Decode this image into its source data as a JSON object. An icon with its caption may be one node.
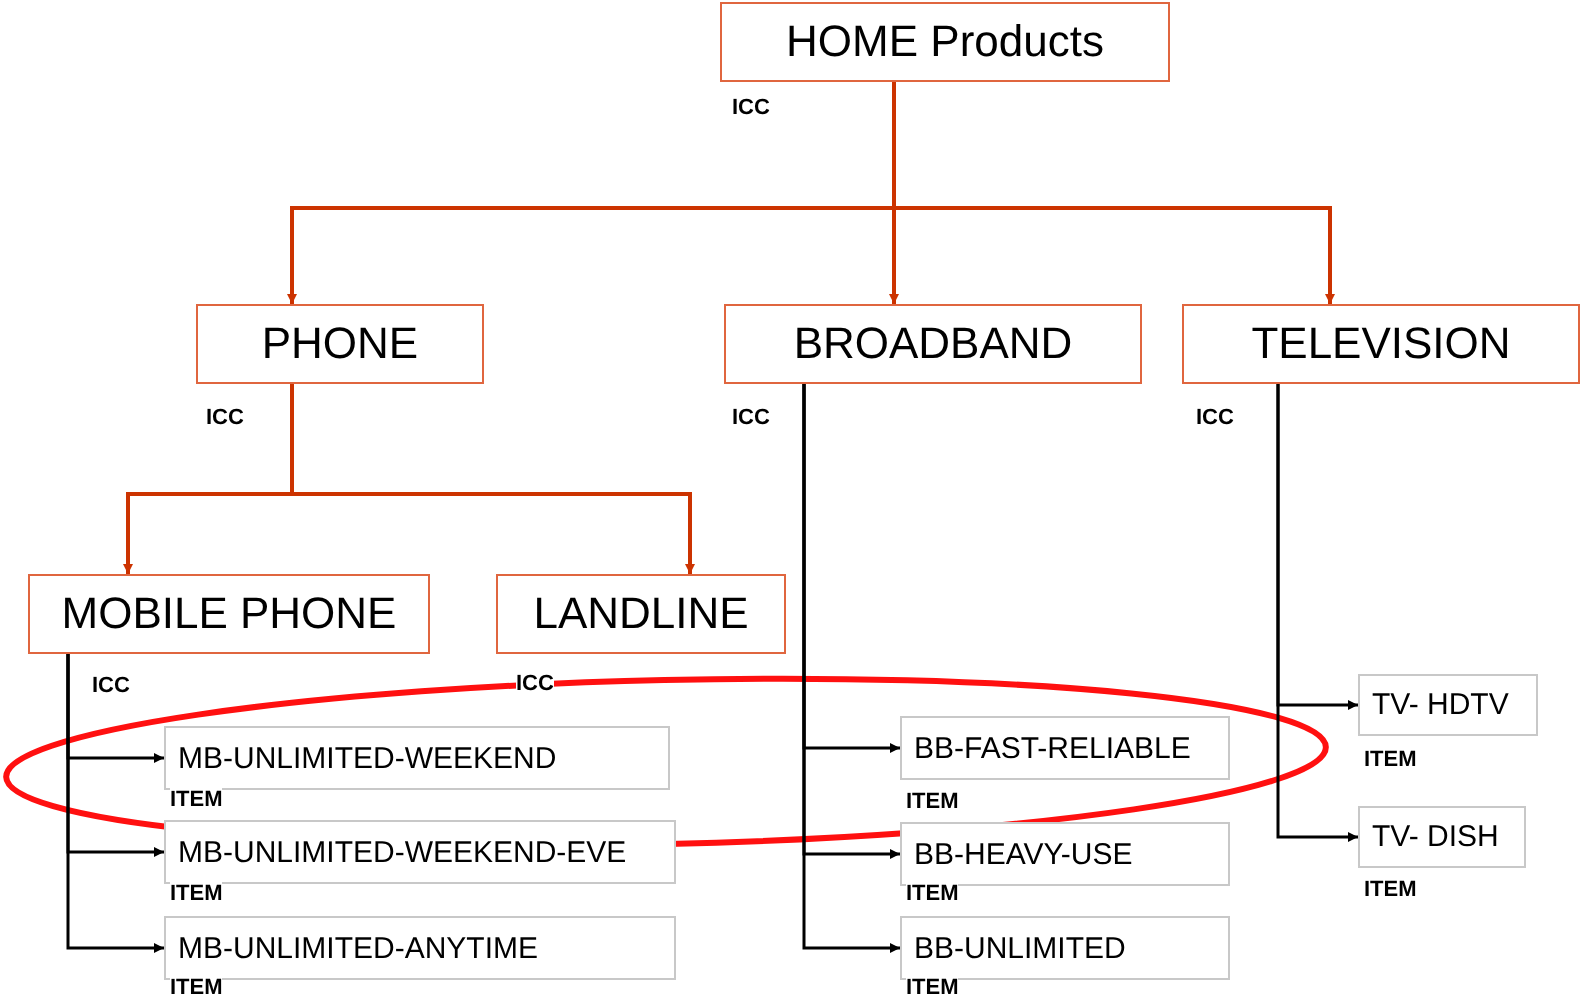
{
  "diagram": {
    "nodes": [
      {
        "text": [
          "HOME Products"
        ],
        "beside": [
          "ICC"
        ]
      },
      {
        "text": [
          "PHONE"
        ],
        "beside": [
          "ICC"
        ]
      },
      {
        "text": [
          "BROADBAND"
        ],
        "beside": [
          "ICC"
        ]
      },
      {
        "text": [
          "TELEVISION"
        ],
        "beside": [
          "ICC"
        ]
      },
      {
        "text": [
          "MOBILE PHONE"
        ],
        "beside": [
          "ICC"
        ]
      },
      {
        "text": [
          "LANDLINE"
        ],
        "beside": [
          "ICC"
        ]
      },
      {
        "text": [
          "MB-UNLIMITED-WEEKEND"
        ],
        "beside": [
          "ITEM"
        ]
      },
      {
        "text": [
          "MB-UNLIMITED-WEEKEND-EVE"
        ],
        "beside": [
          "ITEM"
        ]
      },
      {
        "text": [
          "MB-UNLIMITED-ANYTIME"
        ],
        "beside": [
          "ITEM"
        ]
      },
      {
        "text": [
          "BB-FAST-RELIABLE"
        ],
        "beside": [
          "ITEM"
        ]
      },
      {
        "text": [
          "BB-HEAVY-USE"
        ],
        "beside": [
          "ITEM"
        ]
      },
      {
        "text": [
          "BB-UNLIMITED"
        ],
        "beside": [
          "ITEM"
        ]
      },
      {
        "text": [
          "TV- HDTV"
        ],
        "beside": [
          "ITEM"
        ]
      },
      {
        "text": [
          "TV- DISH"
        ],
        "beside": [
          "ITEM"
        ]
      }
    ],
    "edges": [
      {
        "from": 0,
        "to": 1,
        "arrow": "to",
        "color": "#cc3300"
      },
      {
        "from": 0,
        "to": 2,
        "arrow": "to",
        "color": "#cc3300"
      },
      {
        "from": 0,
        "to": 3,
        "arrow": "to",
        "color": "#cc3300"
      },
      {
        "from": 1,
        "to": 4,
        "arrow": "to",
        "color": "#cc3300"
      },
      {
        "from": 1,
        "to": 5,
        "arrow": "to",
        "color": "#cc3300"
      },
      {
        "from": 4,
        "to": 6,
        "arrow": "to"
      },
      {
        "from": 4,
        "to": 7,
        "arrow": "to"
      },
      {
        "from": 4,
        "to": 8,
        "arrow": "to"
      },
      {
        "from": 2,
        "to": 9,
        "arrow": "to"
      },
      {
        "from": 2,
        "to": 10,
        "arrow": "to"
      },
      {
        "from": 2,
        "to": 11,
        "arrow": "to"
      },
      {
        "from": 3,
        "to": 12,
        "arrow": "to"
      },
      {
        "from": 3,
        "to": 13,
        "arrow": "to"
      }
    ]
  }
}
